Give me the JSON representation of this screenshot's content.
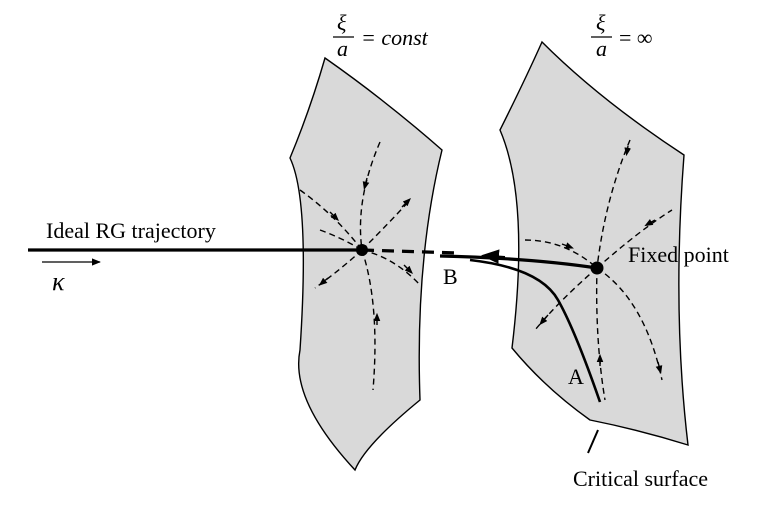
{
  "labels": {
    "ideal_rg_trajectory": "Ideal RG trajectory",
    "kappa": "κ",
    "fixed_point": "Fixed point",
    "critical_surface": "Critical surface",
    "point_a": "A",
    "point_b": "B"
  },
  "surface_labels": {
    "left": {
      "numerator": "ξ",
      "denominator": "a",
      "rhs": "= const"
    },
    "right": {
      "numerator": "ξ",
      "denominator": "a",
      "rhs": "= ∞"
    }
  },
  "colors": {
    "surface_fill": "#d9d9d9",
    "ink": "#000000"
  }
}
